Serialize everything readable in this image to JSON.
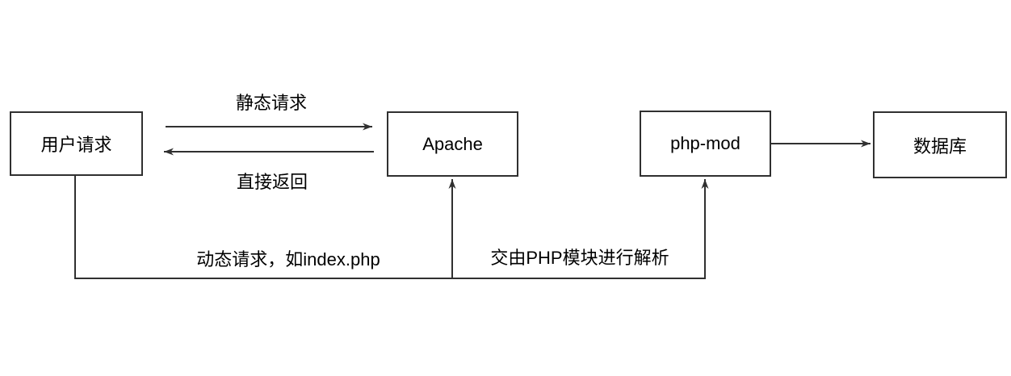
{
  "colors": {
    "background": "#ffffff",
    "line": "#303030",
    "text": "#000000"
  },
  "nodes": {
    "user_request": {
      "label": "用户请求"
    },
    "apache": {
      "label": "Apache"
    },
    "php_mod": {
      "label": "php-mod"
    },
    "database": {
      "label": "数据库"
    }
  },
  "edges": {
    "static_request": {
      "from": "用户请求",
      "to": "Apache",
      "label": "静态请求"
    },
    "direct_return": {
      "from": "Apache",
      "to": "用户请求",
      "label": "直接返回"
    },
    "dynamic_request": {
      "from": "用户请求",
      "to": "Apache",
      "label": "动态请求，如index.php"
    },
    "php_parse": {
      "from": "Apache",
      "to": "php-mod",
      "label": "交由PHP模块进行解析"
    },
    "php_to_database": {
      "from": "php-mod",
      "to": "数据库",
      "label": ""
    }
  }
}
